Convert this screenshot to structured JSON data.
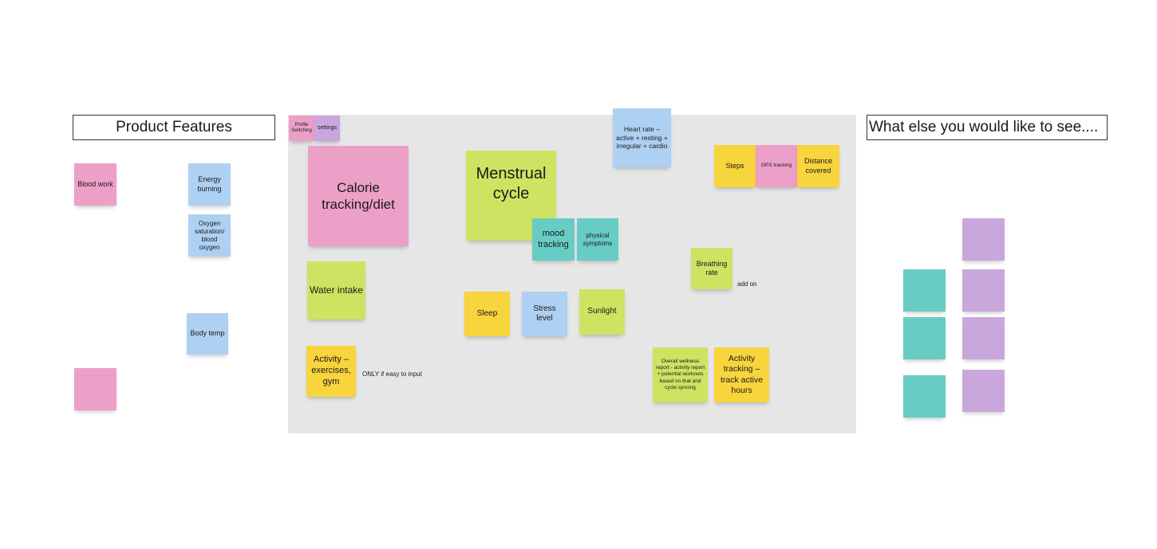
{
  "titles": {
    "product_features": "Product Features",
    "what_else": "What else you would like to see...."
  },
  "left": {
    "blood_work": "Blood work",
    "energy_burning": "Energy burning",
    "oxygen_saturation": "Oxygen saturation/ blood oxygen",
    "body_temp": "Body temp"
  },
  "frame": {
    "profile_switching": "Profile Switching",
    "settings": "settings",
    "calorie_tracking": "Calorie tracking/diet",
    "menstrual_cycle": "Menstrual cycle",
    "mood_tracking": "mood tracking",
    "physical_symptoms": "physical symptoms",
    "heart_rate": "Heart rate – active + resting + irregular + cardio",
    "steps": "Steps",
    "gps_tracking": "GPS tracking",
    "distance_covered": "Distance covered",
    "breathing_rate": "Breathing rate",
    "add_on_note": "add on",
    "water_intake": "Water intake",
    "sleep": "Sleep",
    "stress_level": "Stress level",
    "sunlight": "Sunlight",
    "activity_exercises": "Activity – exercises, gym",
    "only_if_easy_note": "ONLY if easy to input",
    "overall_wellness": "Overall wellness report - activity report + potential workouts based on that and cycle syncing",
    "activity_tracking": "Activity tracking – track active hours"
  },
  "colors": {
    "pink": "#ec9fc7",
    "blue": "#aed0f3",
    "yellow": "#f8d43d",
    "lime": "#cfe262",
    "teal": "#67ccc4",
    "purple": "#c9a7dd",
    "frame_bg": "#e6e6e6"
  }
}
